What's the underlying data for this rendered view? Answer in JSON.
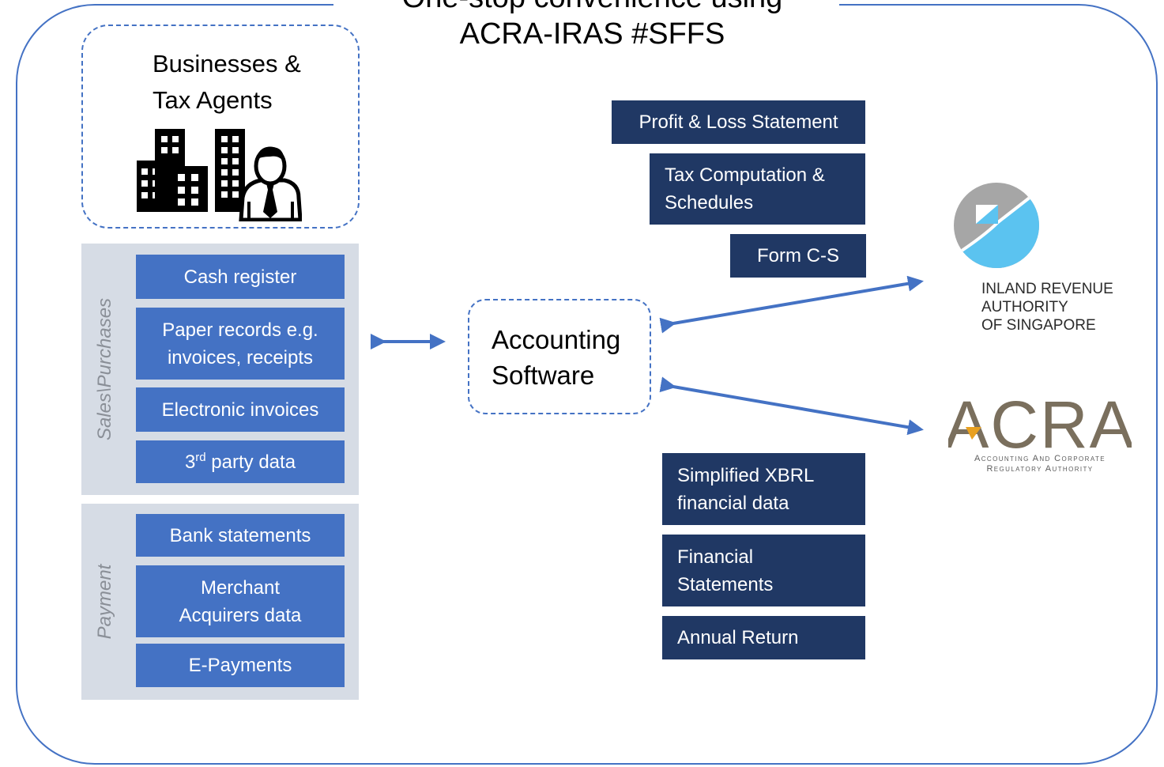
{
  "title": {
    "line1": "One-stop convenience using",
    "line2": "ACRA-IRAS #SFFS"
  },
  "businesses": {
    "line1": "Businesses &",
    "line2": "Tax Agents",
    "icon": "buildings-person-icon"
  },
  "sales_purchases": {
    "label": "Sales\\Purchases",
    "items": [
      {
        "line1": "Cash register"
      },
      {
        "line1": "Paper records e.g.",
        "line2": "invoices, receipts"
      },
      {
        "line1": "Electronic invoices"
      },
      {
        "prefix": "3",
        "sup": "rd",
        "suffix": " party data"
      }
    ]
  },
  "payment": {
    "label": "Payment",
    "items": [
      {
        "line1": "Bank statements"
      },
      {
        "line1": "Merchant",
        "line2": "Acquirers data"
      },
      {
        "line1": "E-Payments"
      }
    ]
  },
  "accounting_software": {
    "line1": "Accounting",
    "line2": "Software"
  },
  "iras_documents": [
    {
      "line1": "Profit & Loss Statement"
    },
    {
      "line1": "Tax Computation &",
      "line2": "Schedules"
    },
    {
      "line1": "Form C-S"
    }
  ],
  "acra_documents": [
    {
      "line1": "Simplified XBRL",
      "line2": "financial data"
    },
    {
      "line1": "Financial",
      "line2": "Statements"
    },
    {
      "line1": "Annual Return"
    }
  ],
  "iras": {
    "line1": "INLAND REVENUE",
    "line2": "AUTHORITY",
    "line3": "OF SINGAPORE"
  },
  "acra": {
    "logo": "ACRA",
    "sub1": "Accounting And Corporate",
    "sub2": "Regulatory Authority"
  },
  "colors": {
    "frame": "#4472c4",
    "source_box": "#4472c4",
    "document_box": "#203864",
    "panel": "#d6dce5",
    "arrow": "#4472c4"
  }
}
